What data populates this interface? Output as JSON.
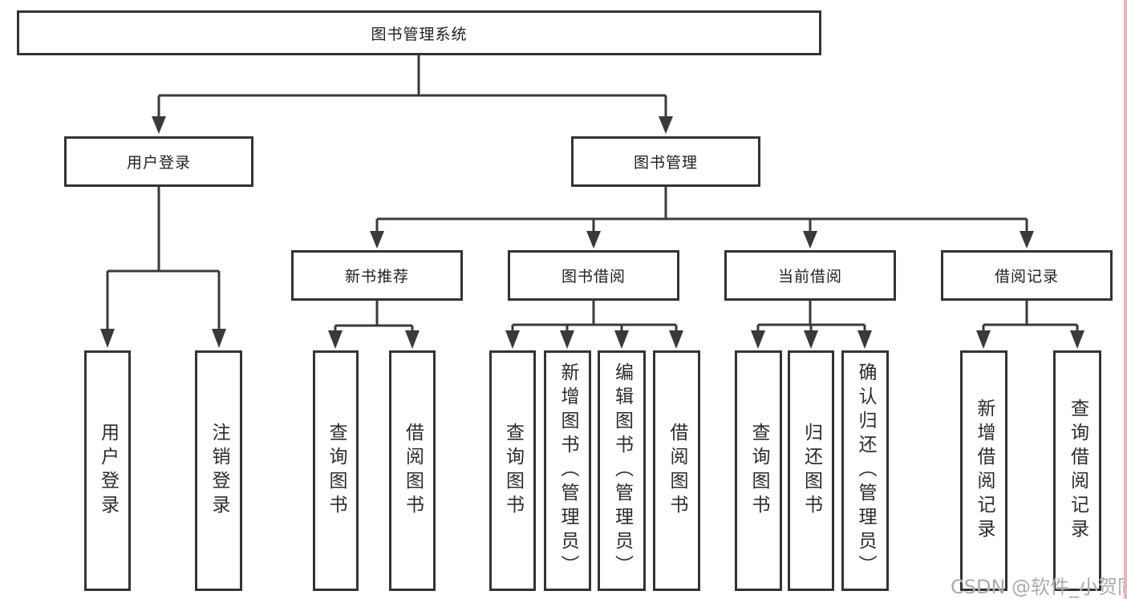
{
  "diagram": {
    "root": {
      "label": "图书管理系统"
    },
    "level2": [
      {
        "label": "用户登录"
      },
      {
        "label": "图书管理"
      }
    ],
    "level3": [
      {
        "label": "新书推荐"
      },
      {
        "label": "图书借阅"
      },
      {
        "label": "当前借阅"
      },
      {
        "label": "借阅记录"
      }
    ],
    "leaves": [
      {
        "label": "用户登录"
      },
      {
        "label": "注销登录"
      },
      {
        "label": "查询图书"
      },
      {
        "label": "借阅图书"
      },
      {
        "label": "查询图书"
      },
      {
        "label": "新增图书（管理员）"
      },
      {
        "label": "编辑图书（管理员）"
      },
      {
        "label": "借阅图书"
      },
      {
        "label": "查询图书"
      },
      {
        "label": "归还图书"
      },
      {
        "label": "确认归还（管理员）"
      },
      {
        "label": "新增借阅记录"
      },
      {
        "label": "查询借阅记录"
      }
    ]
  },
  "watermark": {
    "text": "CSDN @软件_小贺同学"
  },
  "colors": {
    "line": "#3a3a3a",
    "box_border": "#333333",
    "text": "#1f1f1f",
    "watermark": "#ababab",
    "edge_strip": "#f1b2b6",
    "background": "#ffffff"
  }
}
